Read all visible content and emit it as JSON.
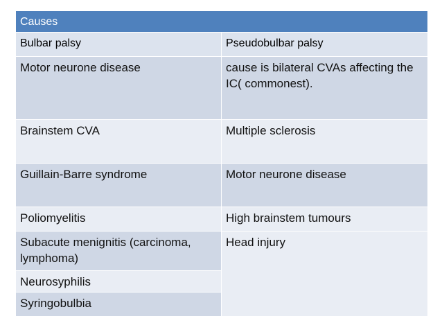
{
  "table": {
    "title": "Causes",
    "headers": [
      "Bulbar palsy",
      "Pseudobulbar palsy"
    ],
    "rows": [
      [
        "Motor neurone disease",
        "cause is bilateral CVAs affecting the IC( commonest)."
      ],
      [
        "Brainstem CVA",
        "Multiple sclerosis"
      ],
      [
        "Guillain-Barre syndrome",
        "Motor neurone disease"
      ],
      [
        "Poliomyelitis",
        "High brainstem tumours"
      ],
      [
        "Subacute menignitis (carcinoma, lymphoma)",
        "Head injury"
      ],
      [
        "Neurosyphilis",
        ""
      ],
      [
        "Syringobulbia",
        ""
      ]
    ]
  },
  "colors": {
    "header": "#4f81bd",
    "row_dark": "#cfd7e5",
    "row_light": "#e9edf4"
  }
}
